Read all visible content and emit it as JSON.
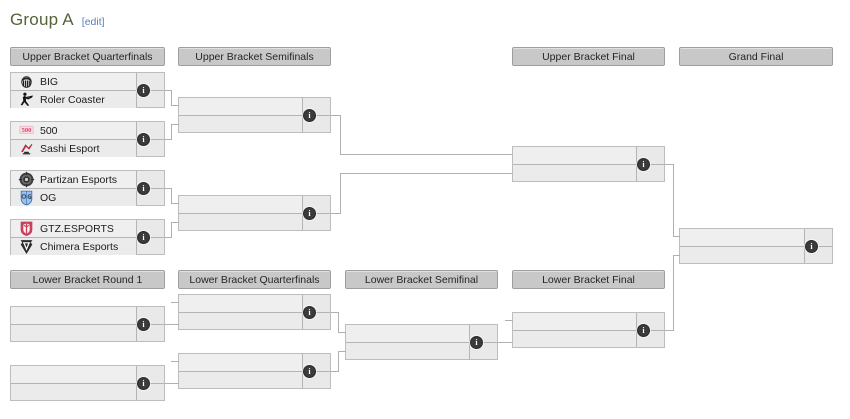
{
  "page": {
    "title": "Group A",
    "edit_label": "[edit]",
    "title_color": "#54633a",
    "link_color": "#5a7fb5",
    "header_bg": "#c8c8c8",
    "match_bg": "#efefef",
    "border_color": "#bdbdbd"
  },
  "upper_bracket": {
    "rounds": [
      {
        "label": "Upper Bracket Quarterfinals"
      },
      {
        "label": "Upper Bracket Semifinals"
      },
      {
        "label": "Upper Bracket Final"
      },
      {
        "label": "Grand Final"
      }
    ],
    "quarterfinals": [
      {
        "info": "i",
        "teams": [
          {
            "name": "BIG",
            "logo": "big-logo",
            "score": ""
          },
          {
            "name": "Roler Coaster",
            "logo": "roler-coaster-logo",
            "score": ""
          }
        ]
      },
      {
        "info": "i",
        "teams": [
          {
            "name": "500",
            "logo": "500-logo",
            "score": ""
          },
          {
            "name": "Sashi Esport",
            "logo": "sashi-esport-logo",
            "score": ""
          }
        ]
      },
      {
        "info": "i",
        "teams": [
          {
            "name": "Partizan Esports",
            "logo": "partizan-esports-logo",
            "score": ""
          },
          {
            "name": "OG",
            "logo": "og-logo",
            "score": ""
          }
        ]
      },
      {
        "info": "i",
        "teams": [
          {
            "name": "GTZ.ESPORTS",
            "logo": "gtz-esports-logo",
            "score": ""
          },
          {
            "name": "Chimera Esports",
            "logo": "chimera-esports-logo",
            "score": ""
          }
        ]
      }
    ],
    "semifinals": [
      {
        "info": "i",
        "teams": [
          {
            "name": "",
            "score": ""
          },
          {
            "name": "",
            "score": ""
          }
        ]
      },
      {
        "info": "i",
        "teams": [
          {
            "name": "",
            "score": ""
          },
          {
            "name": "",
            "score": ""
          }
        ]
      }
    ],
    "final": [
      {
        "info": "i",
        "teams": [
          {
            "name": "",
            "score": ""
          },
          {
            "name": "",
            "score": ""
          }
        ]
      }
    ],
    "grand_final": [
      {
        "info": "i",
        "teams": [
          {
            "name": "",
            "score": ""
          },
          {
            "name": "",
            "score": ""
          }
        ]
      }
    ]
  },
  "lower_bracket": {
    "rounds": [
      {
        "label": "Lower Bracket Round 1"
      },
      {
        "label": "Lower Bracket Quarterfinals"
      },
      {
        "label": "Lower Bracket Semifinal"
      },
      {
        "label": "Lower Bracket Final"
      }
    ],
    "round1": [
      {
        "info": "i",
        "teams": [
          {
            "name": "",
            "score": ""
          },
          {
            "name": "",
            "score": ""
          }
        ]
      },
      {
        "info": "i",
        "teams": [
          {
            "name": "",
            "score": ""
          },
          {
            "name": "",
            "score": ""
          }
        ]
      }
    ],
    "quarterfinals": [
      {
        "info": "i",
        "teams": [
          {
            "name": "",
            "score": ""
          },
          {
            "name": "",
            "score": ""
          }
        ]
      },
      {
        "info": "i",
        "teams": [
          {
            "name": "",
            "score": ""
          },
          {
            "name": "",
            "score": ""
          }
        ]
      }
    ],
    "semifinal": [
      {
        "info": "i",
        "teams": [
          {
            "name": "",
            "score": ""
          },
          {
            "name": "",
            "score": ""
          }
        ]
      }
    ],
    "final": [
      {
        "info": "i",
        "teams": [
          {
            "name": "",
            "score": ""
          },
          {
            "name": "",
            "score": ""
          }
        ]
      }
    ]
  }
}
